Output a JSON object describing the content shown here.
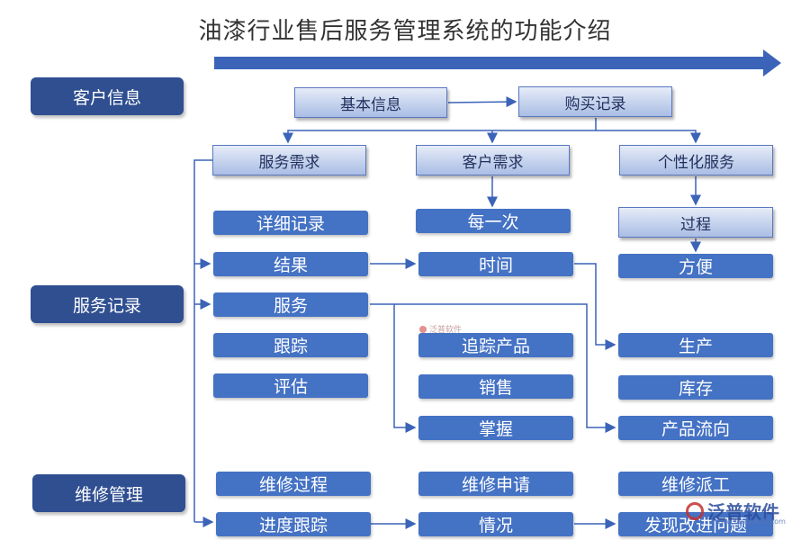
{
  "title": "油漆行业售后服务管理系统的功能介绍",
  "categories": {
    "customer_info": "客户信息",
    "service_record": "服务记录",
    "repair_mgmt": "维修管理"
  },
  "top_boxes": {
    "basic_info": "基本信息",
    "purchase_record": "购买记录",
    "service_demand": "服务需求",
    "customer_demand": "客户需求",
    "personalized_service": "个性化服务",
    "process": "过程"
  },
  "column1": {
    "detail_record": "详细记录",
    "result": "结果",
    "service": "服务",
    "tracking": "跟踪",
    "evaluation": "评估",
    "repair_process": "维修过程",
    "progress_tracking": "进度跟踪"
  },
  "column2": {
    "each_time": "每一次",
    "time": "时间",
    "track_product": "追踪产品",
    "sales": "销售",
    "master": "掌握",
    "repair_request": "维修申请",
    "situation": "情况"
  },
  "column3": {
    "convenience": "方便",
    "production": "生产",
    "inventory": "库存",
    "product_flow": "产品流向",
    "repair_dispatch": "维修派工",
    "find_improve": "发现改进问题"
  },
  "watermark": {
    "small_text": "泛普软件",
    "brand_text": "泛普软件",
    "brand_sub": "www.fanpusoft.com"
  },
  "colors": {
    "category_bg": "#2f4f91",
    "blue_box": "#4472c4",
    "light_box_top": "#e6ecf8",
    "light_box_bottom": "#a9bde4",
    "arrow": "#3b63b8"
  }
}
